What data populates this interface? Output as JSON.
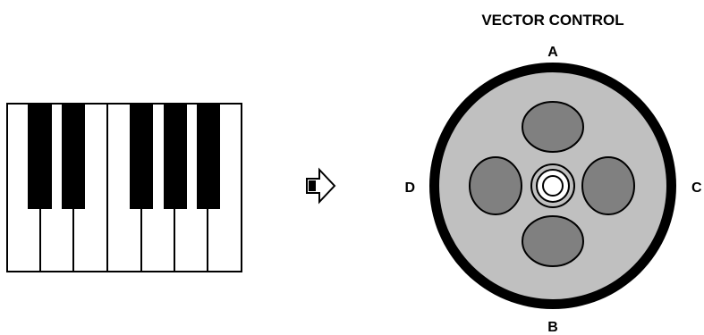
{
  "vector_control": {
    "title": "VECTOR CONTROL",
    "label_top": "A",
    "label_bottom": "B",
    "label_right": "C",
    "label_left": "D"
  },
  "colors": {
    "outline": "#000000",
    "white_key": "#ffffff",
    "black_key": "#000000",
    "dial_face": "#c0c0c0",
    "pad": "#808080"
  },
  "icons": {
    "arrow": "right-arrow-icon"
  }
}
